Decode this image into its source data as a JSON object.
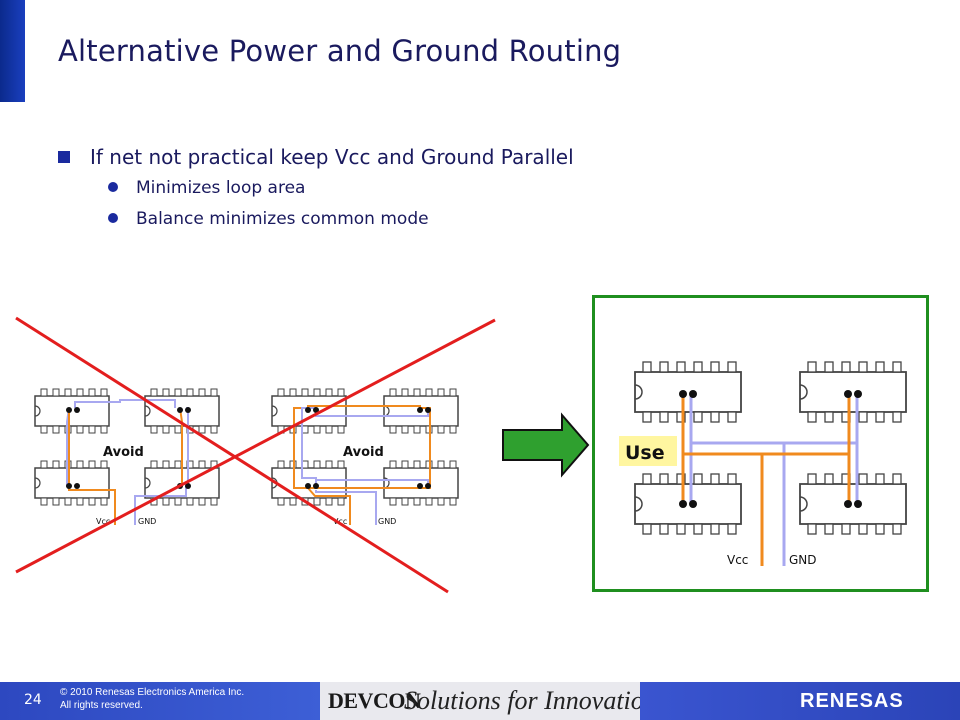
{
  "slide": {
    "title": "Alternative Power and Ground Routing",
    "bullets": [
      {
        "text": "If net not practical keep Vcc and Ground Parallel",
        "sub": [
          "Minimizes loop area",
          "Balance minimizes common mode"
        ]
      }
    ]
  },
  "diagram": {
    "avoid_label": "Avoid",
    "use_label": "Use",
    "vcc_label": "Vcc",
    "gnd_label": "GND"
  },
  "footer": {
    "page_number": "24",
    "copyright_line1": "© 2010 Renesas Electronics America Inc.",
    "copyright_line2": "All rights reserved.",
    "event_logo": "DEVCON",
    "tagline": "Solutions for Innovation",
    "company_logo": "RENESAS"
  },
  "colors": {
    "vcc_trace": "#f08a1e",
    "gnd_trace": "#a8a8f0",
    "cross_out": "#e31e1e",
    "good_frame": "#1f8f1f",
    "arrow": "#2fa02f",
    "title_text": "#1a1a5e"
  }
}
